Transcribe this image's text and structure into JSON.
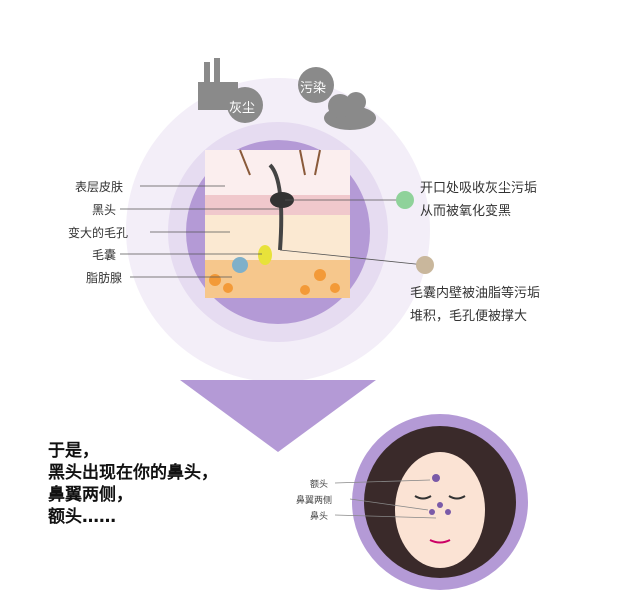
{
  "icons": {
    "dust_label": "灰尘",
    "pollution_label": "污染"
  },
  "left_labels": [
    "表层皮肤",
    "黑头",
    "变大的毛孔",
    "毛囊",
    "脂肪腺"
  ],
  "right_notes": [
    {
      "lines": [
        "开口处吸收灰尘污垢",
        "从而被氧化变黑"
      ],
      "color": "#8fd29a"
    },
    {
      "lines": [
        "毛囊内壁被油脂等污垢",
        "堆积，毛孔便被撑大"
      ],
      "color": "#c9b79c"
    }
  ],
  "conclusion": [
    "于是，",
    "黑头出现在你的鼻头，",
    "鼻翼两侧，",
    "额头……"
  ],
  "face_labels": [
    "额头",
    "鼻翼两侧",
    "鼻头"
  ],
  "colors": {
    "purple": "#a98bd0",
    "light": "#f1ebf7"
  }
}
